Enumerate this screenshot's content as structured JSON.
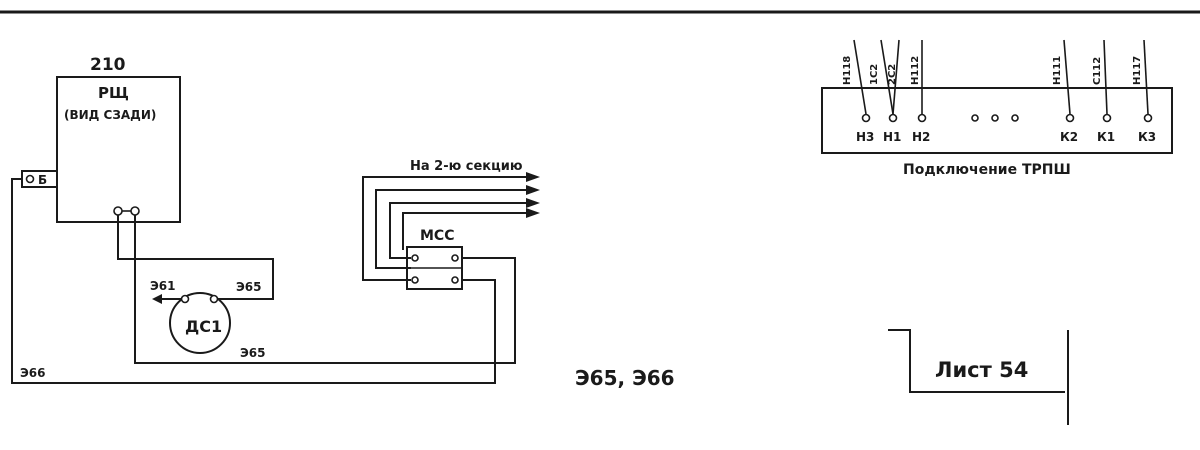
{
  "rsh": {
    "number": "210",
    "name": "РЩ",
    "view": "(ВИД СЗАДИ)",
    "terminal": "Б"
  },
  "ds": {
    "label": "ДС1",
    "left_wire": "Э61",
    "right_wire": "Э65"
  },
  "wires": {
    "bottom_inner": "Э65",
    "bottom_outer": "Э66"
  },
  "mss": {
    "label": "МСС",
    "to_section": "На 2-ю секцию"
  },
  "wire_summary": "Э65, Э66",
  "trpsh": {
    "caption": "Подключение ТРПШ",
    "terminals": [
      "Н3",
      "Н1",
      "Н2",
      "К2",
      "К1",
      "К3"
    ],
    "wire_tags": [
      "Н118",
      "1С2",
      "2С2",
      "Н112",
      "Н111",
      "С112",
      "Н117"
    ]
  },
  "sheet": {
    "label": "Лист 54"
  }
}
